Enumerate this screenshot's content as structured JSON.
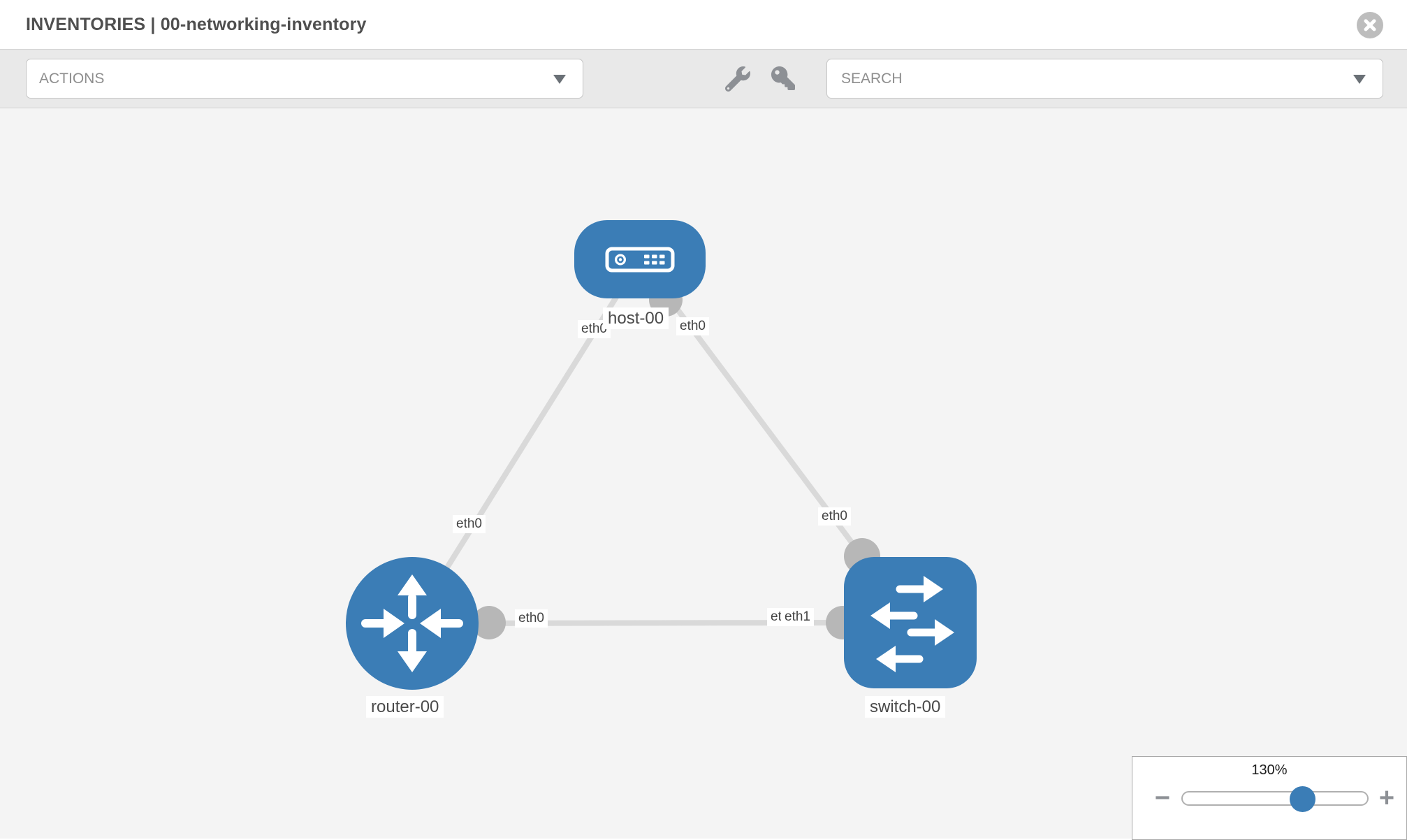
{
  "header": {
    "title": "INVENTORIES | 00-networking-inventory"
  },
  "toolbar": {
    "actions_label": "ACTIONS",
    "search_placeholder": "SEARCH",
    "icons": [
      "wrench-icon",
      "key-icon"
    ]
  },
  "diagram": {
    "nodes": [
      {
        "label": "host-00",
        "type": "host"
      },
      {
        "label": "router-00",
        "type": "router"
      },
      {
        "label": "switch-00",
        "type": "switch"
      }
    ],
    "links": [
      {
        "from": "host-00",
        "to": "router-00"
      },
      {
        "from": "host-00",
        "to": "switch-00"
      },
      {
        "from": "router-00",
        "to": "switch-00"
      }
    ],
    "chips": [
      {
        "text": "eth0",
        "near": "host-00-left"
      },
      {
        "text": "eth0",
        "near": "host-00-right"
      },
      {
        "text": "eth0",
        "near": "router-00-top"
      },
      {
        "text": "eth0",
        "near": "switch-00-top"
      },
      {
        "text": "eth0",
        "near": "router-00-right"
      },
      {
        "text": "eth0",
        "near": "switch-00-left-overlapped"
      },
      {
        "text": "eth1",
        "near": "switch-00-left"
      }
    ]
  },
  "zoom_control": {
    "level": "130%",
    "minus_label": "−",
    "plus_label": "+"
  },
  "colors": {
    "node_blue": "#3b7db6",
    "link_gray": "#d9d9d9",
    "connector_gray": "#b7b7b7",
    "canvas_bg": "#f4f4f4",
    "toolbar_bg": "#e9e9e9"
  }
}
